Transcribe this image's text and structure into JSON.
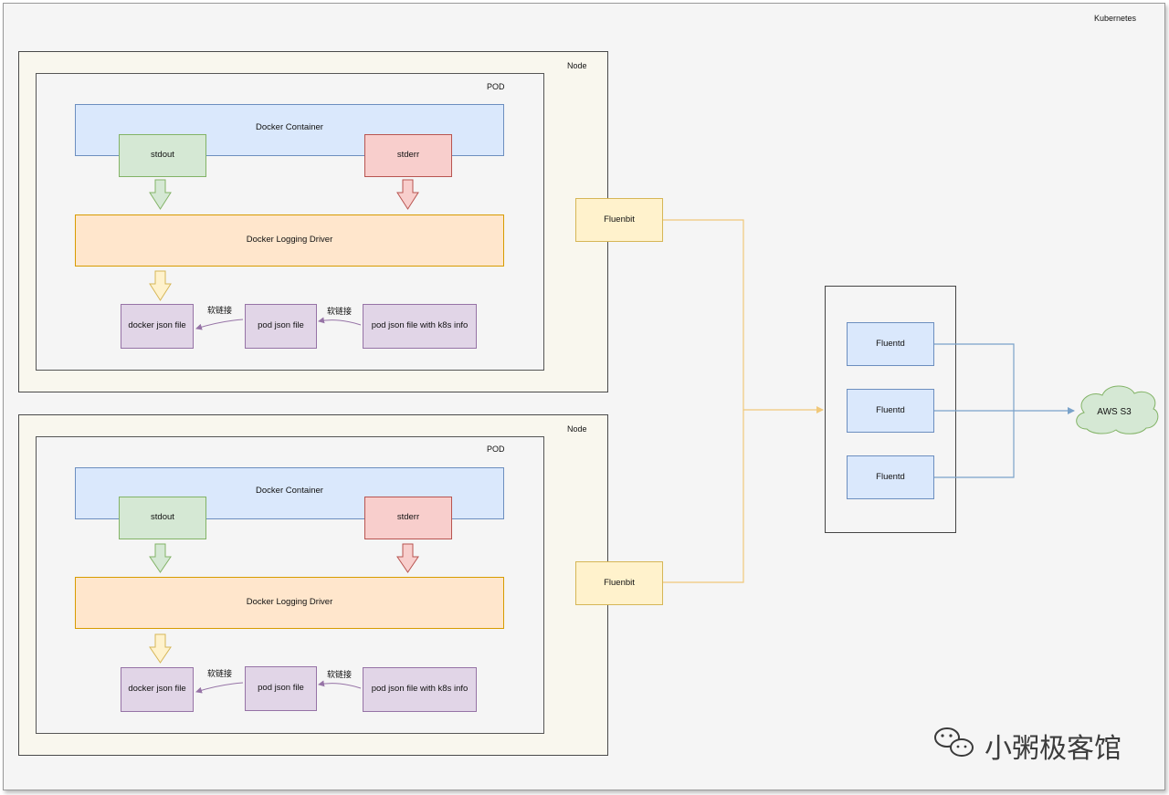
{
  "cluster": {
    "label": "Kubernetes"
  },
  "nodes": [
    {
      "label": "Node",
      "pod": {
        "label": "POD",
        "container": "Docker Container",
        "stdout": "stdout",
        "stderr": "stderr",
        "driver": "Docker Logging Driver",
        "files": [
          "docker json file",
          "pod json file",
          "pod json file with k8s info"
        ],
        "links": [
          "软链接",
          "软链接"
        ]
      },
      "collector": "Fluenbit"
    },
    {
      "label": "Node",
      "pod": {
        "label": "POD",
        "container": "Docker Container",
        "stdout": "stdout",
        "stderr": "stderr",
        "driver": "Docker Logging Driver",
        "files": [
          "docker json file",
          "pod json file",
          "pod json file with k8s info"
        ],
        "links": [
          "软链接",
          "软链接"
        ]
      },
      "collector": "Fluenbit"
    }
  ],
  "aggregators": [
    "Fluentd",
    "Fluentd",
    "Fluentd"
  ],
  "storage": "AWS S3",
  "watermark": "小粥极客馆",
  "colors": {
    "docker_container": "#dae8fc",
    "stdout": "#d5e8d4",
    "stderr": "#f8cecc",
    "logging_driver": "#ffe6cc",
    "json_file": "#e1d5e7",
    "fluentbit": "#fff2cc",
    "fluentd": "#dae8fc",
    "s3_cloud": "#d5e8d4",
    "link_fluentbit": "#f0c87a",
    "link_fluentd": "#7aa2c9"
  }
}
